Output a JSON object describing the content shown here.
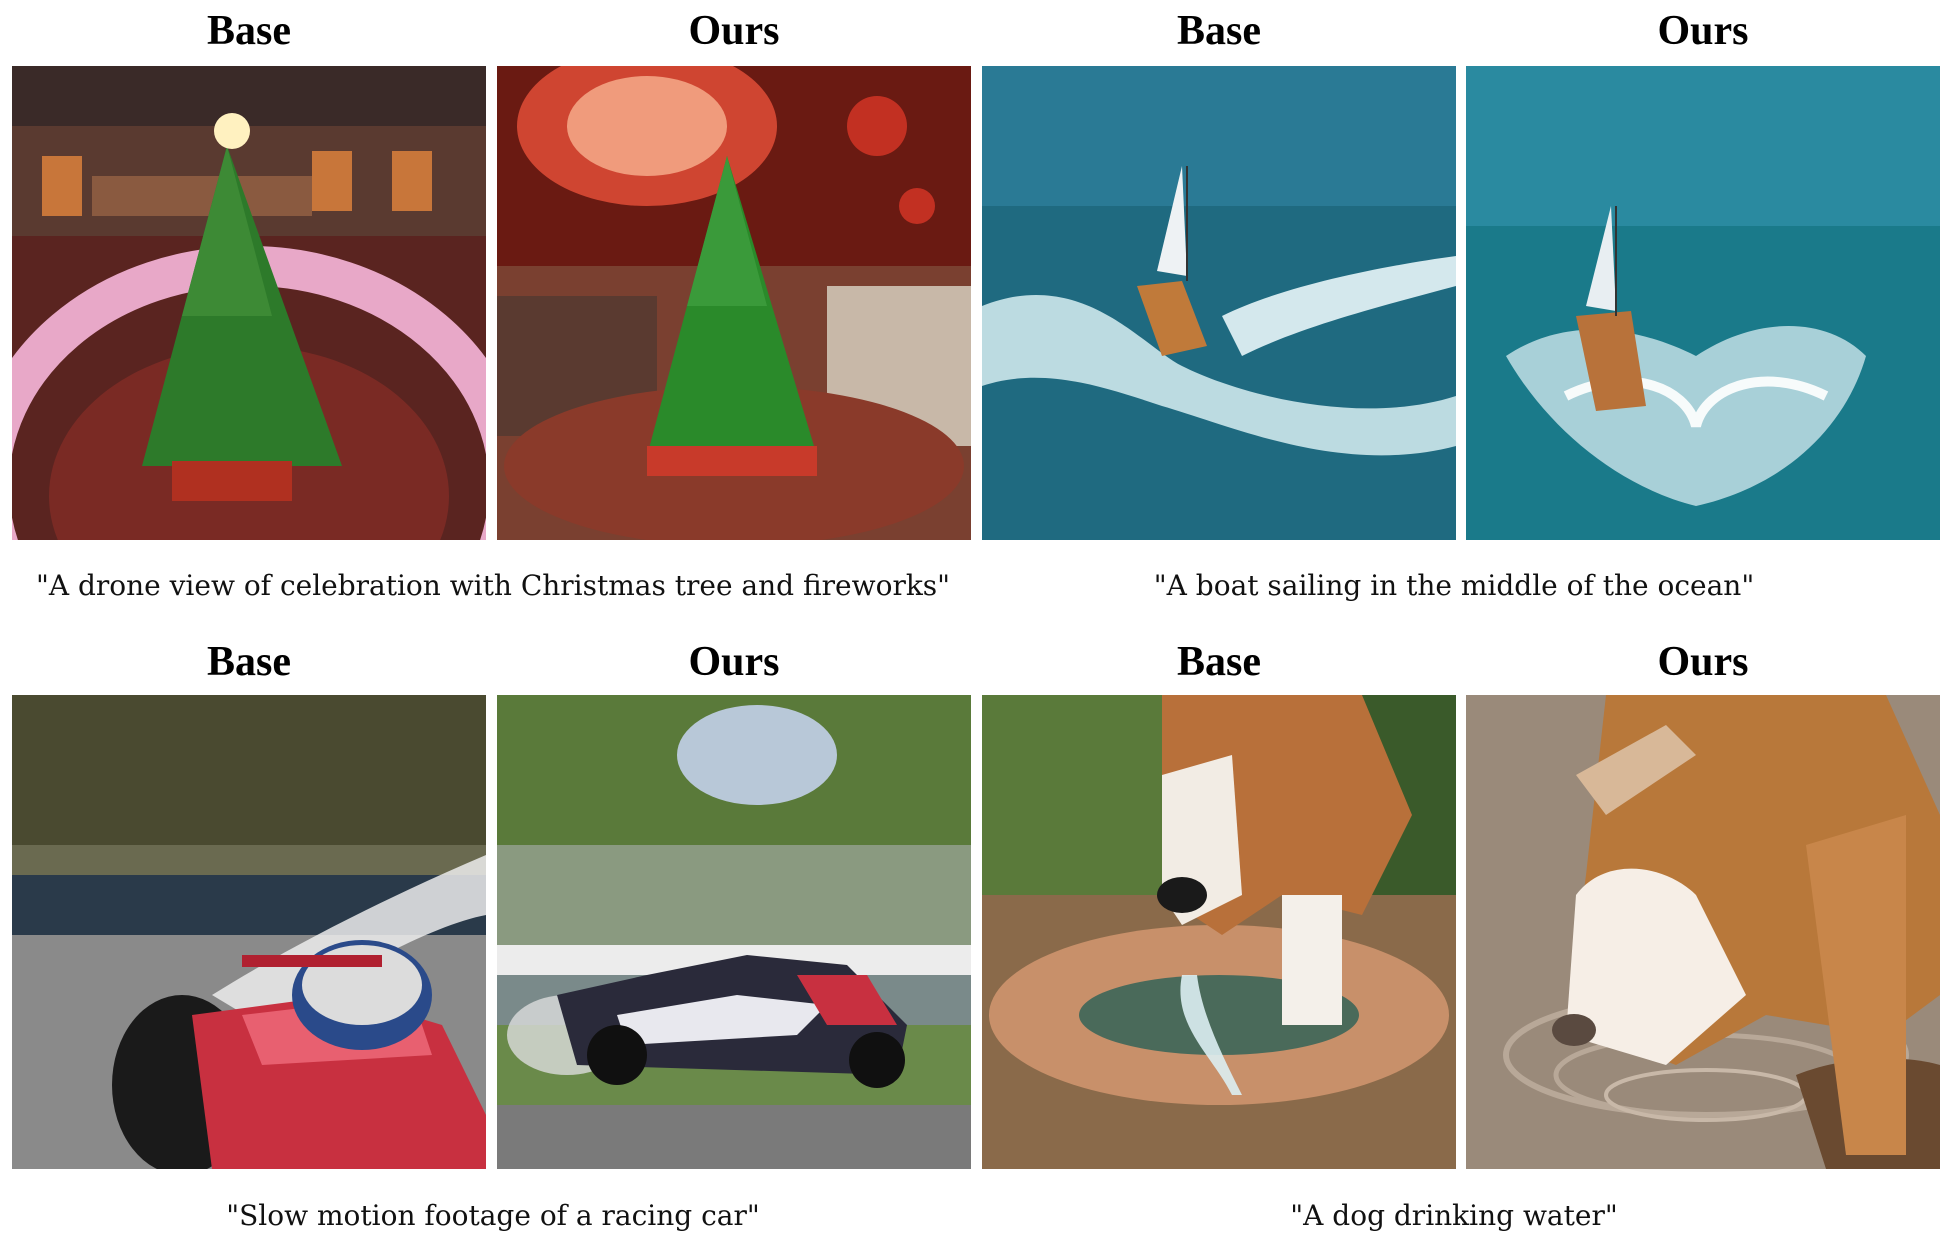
{
  "panels": [
    {
      "base_label": "Base",
      "ours_label": "Ours",
      "caption": "\"A drone view of celebration with Christmas tree and fireworks\""
    },
    {
      "base_label": "Base",
      "ours_label": "Ours",
      "caption": "\"A boat sailing in the middle of the ocean\""
    },
    {
      "base_label": "Base",
      "ours_label": "Ours",
      "caption": "\"Slow motion footage of a racing car\""
    },
    {
      "base_label": "Base",
      "ours_label": "Ours",
      "caption": "\"A dog drinking water\""
    }
  ]
}
